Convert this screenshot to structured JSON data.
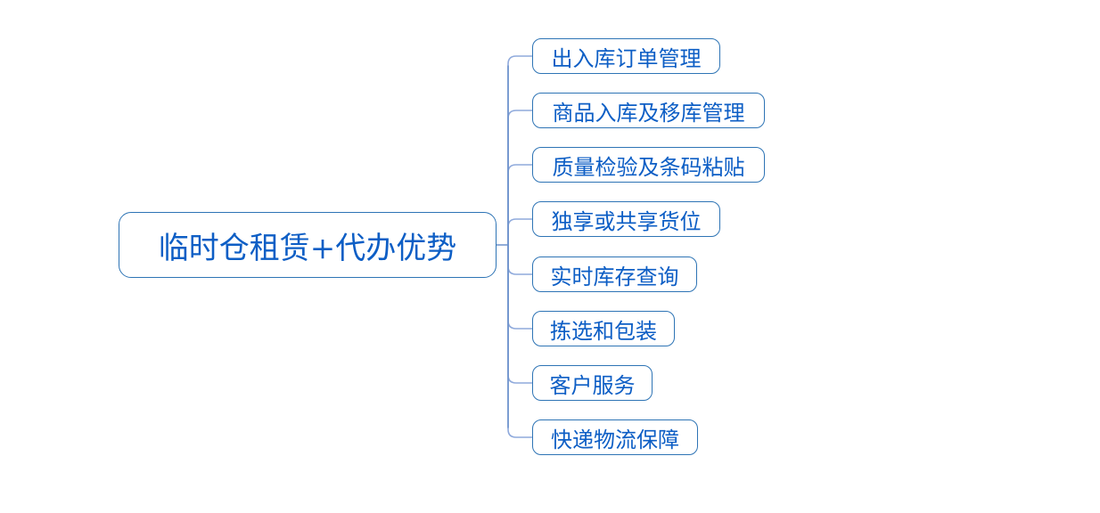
{
  "diagram": {
    "type": "mindmap",
    "root": {
      "label": "临时仓租赁+代办优势"
    },
    "children": [
      {
        "label": "出入库订单管理"
      },
      {
        "label": "商品入库及移库管理"
      },
      {
        "label": "质量检验及条码粘贴"
      },
      {
        "label": "独享或共享货位"
      },
      {
        "label": "实时库存查询"
      },
      {
        "label": "拣选和包装"
      },
      {
        "label": "客户服务"
      },
      {
        "label": "快递物流保障"
      }
    ],
    "colors": {
      "node_border": "#2E74B5",
      "node_text": "#0D5EC5",
      "branch_line": "#8FAADC",
      "spine_line": "#6D92CB",
      "background": "#FFFFFF"
    }
  }
}
